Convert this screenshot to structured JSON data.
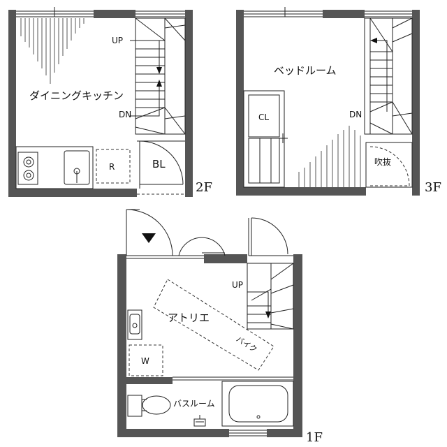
{
  "floors": {
    "f2": {
      "label": "2F",
      "rooms": {
        "dining_kitchen": "ダイニングキッチン",
        "bl": "BL",
        "r": "R"
      },
      "stairs": {
        "up": "UP",
        "down": "DN"
      }
    },
    "f3": {
      "label": "3F",
      "rooms": {
        "bedroom": "ベッドルーム",
        "cl": "CL",
        "void": "吹抜"
      },
      "stairs": {
        "down": "DN"
      }
    },
    "f1": {
      "label": "1F",
      "rooms": {
        "atelier": "アトリエ",
        "bike": "バイク",
        "w": "W",
        "bathroom": "バスルーム"
      },
      "stairs": {
        "up": "UP"
      }
    }
  },
  "colors": {
    "wall": "#555555",
    "line": "#222222",
    "background": "#ffffff"
  }
}
